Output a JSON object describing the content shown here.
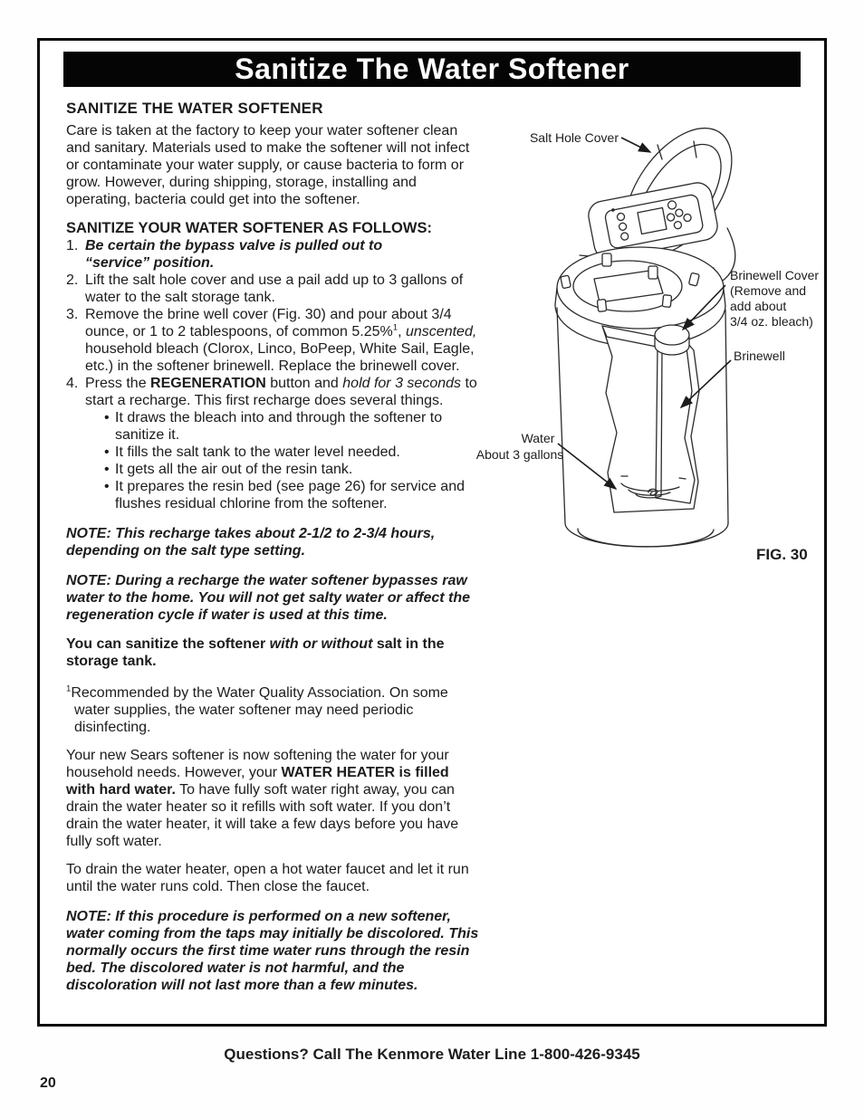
{
  "page": {
    "number": "20"
  },
  "title_bar": {
    "text": "Sanitize The Water Softener",
    "bg": "#000000",
    "fg": "#ffffff"
  },
  "article": {
    "heading": "SANITIZE THE WATER SOFTENER",
    "intro": "Care is taken at the factory to keep your water softener clean and sanitary. Materials used to make the softener will not infect or contaminate your water supply, or cause bacteria to form or grow. However, during shipping, storage, installing and operating, bacteria could get into the softener.",
    "steps_heading": "SANITIZE YOUR WATER SOFTENER AS FOLLOWS:",
    "bullet_char": "•",
    "steps": [
      {
        "num": "1.",
        "segments": [
          {
            "text": "Be certain the bypass valve is pulled out to",
            "style": "bolditalic"
          },
          {
            "style": "br"
          },
          {
            "text": "“service” position.",
            "style": "bolditalic"
          }
        ]
      },
      {
        "num": "2.",
        "segments": [
          {
            "text": "Lift the salt hole cover and use a pail add up to 3 gallons of water to the salt storage tank.",
            "style": "plain"
          }
        ]
      },
      {
        "num": "3.",
        "segments": [
          {
            "text": "Remove the brine well cover (Fig. 30) and pour about 3/4 ounce, or 1 to 2 tablespoons, of common 5.25%",
            "style": "plain"
          },
          {
            "text": "1",
            "style": "sup"
          },
          {
            "text": ", ",
            "style": "plain"
          },
          {
            "text": "unscented,",
            "style": "italic"
          },
          {
            "text": " household bleach (Clorox, Linco, BoPeep, White Sail, Eagle, etc.) in the softener brinewell. Replace the brinewell cover.",
            "style": "plain"
          }
        ]
      },
      {
        "num": "4.",
        "segments": [
          {
            "text": "Press the ",
            "style": "plain"
          },
          {
            "text": "REGENERATION",
            "style": "bold"
          },
          {
            "text": " button and ",
            "style": "plain"
          },
          {
            "text": "hold for 3 seconds",
            "style": "italic"
          },
          {
            "text": " to start a recharge. This first recharge does several things.",
            "style": "plain"
          }
        ],
        "bullets": [
          "It draws the bleach into and through the softener to sanitize it.",
          "It fills the salt tank to the water level needed.",
          "It gets all the air out of the resin tank.",
          "It prepares the resin bed (see page 26) for service and flushes residual chlorine from the softener."
        ]
      }
    ],
    "note_recharge": "NOTE: This recharge takes about 2-1/2 to 2-3/4 hours, depending on the salt type setting.",
    "note_bypass": "NOTE: During a recharge the water softener bypasses raw water to the home. You will not get salty water or affect the regeneration cycle if water is used at this time.",
    "with_without": [
      {
        "text": "You can sanitize the softener ",
        "style": "bold"
      },
      {
        "text": "with or without",
        "style": "bolditalic"
      },
      {
        "text": " salt in the storage tank.",
        "style": "bold"
      }
    ],
    "footnote": [
      {
        "text": "1",
        "style": "sup"
      },
      {
        "text": "Recommended by the Water Quality Association. On some water supplies, the water softener may need periodic disinfecting.",
        "style": "plain"
      }
    ],
    "water_heater": [
      {
        "text": "Your new Sears softener is now softening the water for your household needs. However, your ",
        "style": "plain"
      },
      {
        "text": "WATER HEATER is filled with hard water.",
        "style": "bold"
      },
      {
        "text": " To have fully soft water right away, you can drain the water heater so it refills with soft water. If you don’t drain the water heater, it will take a few days before you have fully soft water.",
        "style": "plain"
      }
    ],
    "drain": "To drain the water heater, open a hot water faucet and let it run until the water runs cold. Then close the faucet.",
    "note_discolored": "NOTE: If this procedure is performed on a new softener, water coming from the taps may initially be discolored. This normally occurs the first time water runs through the resin bed. The discolored water is not harmful, and the discoloration will not last more than a few minutes."
  },
  "figure": {
    "labels": {
      "salt_hole_cover": "Salt Hole Cover",
      "brinewell_cover_lines": [
        "Brinewell Cover",
        "(Remove and",
        "add about",
        "3/4 oz. bleach)"
      ],
      "brinewell": "Brinewell",
      "water_lines": [
        "Water",
        "About 3 gallons"
      ],
      "caption": "FIG. 30"
    }
  },
  "footer": {
    "helpline": "Questions? Call The Kenmore Water Line 1-800-426-9345"
  }
}
